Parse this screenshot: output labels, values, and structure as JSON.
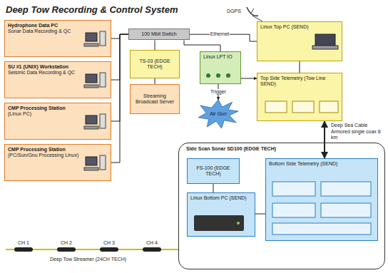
{
  "diagram": {
    "title": "Deep Tow Recording & Control System",
    "nodes": [
      {
        "text": [
          "Hydrophone Data PC",
          "Sonar Data Recording & QC"
        ]
      },
      {
        "text": [
          "SU #1 (UNIX) Workstation",
          "Seismic Data Recording & QC"
        ]
      },
      {
        "text": [
          "CMP Processing Station",
          "(Linux PC)"
        ]
      },
      {
        "text": [
          "CMP Processing Station",
          "(PC/Sun/Gnu Processing Linux)"
        ]
      },
      {
        "text": [
          "100 Mbit Switch"
        ]
      },
      {
        "text": [
          "TS-03 (EDGE TECH)"
        ]
      },
      {
        "text": [
          "Streaming Broadcast Server"
        ]
      },
      {
        "text": [
          "Linux Top PC (SEND)"
        ]
      },
      {
        "text": [
          "Linux LPT IO"
        ]
      },
      {
        "text": [
          "Top Side Telemetry (Tow Line SEND)"
        ]
      },
      {
        "text": [
          "Air Gun"
        ]
      },
      {
        "text": [
          "Side Scan Sonar SD100 (EDGE TECH)"
        ]
      },
      {
        "text": [
          "FS-100 (EDGE TECH)"
        ],
        "in": 11
      },
      {
        "text": [
          "Linux Bottom PC (SEND)"
        ],
        "in": 11
      },
      {
        "text": [
          "Bottom Side Telemetry (SEND)"
        ],
        "in": 11
      }
    ],
    "edges": [
      {
        "from": 0,
        "to": 4,
        "arrow": "none"
      },
      {
        "from": 1,
        "to": 4,
        "arrow": "none"
      },
      {
        "from": 2,
        "to": 4,
        "arrow": "none"
      },
      {
        "from": 3,
        "to": 4,
        "arrow": "none"
      },
      {
        "from": 4,
        "to": 7,
        "label": "Ethernet",
        "arrow": "none"
      },
      {
        "from": 4,
        "to": 5,
        "arrow": "none"
      },
      {
        "from": 5,
        "to": 6,
        "arrow": "none"
      },
      {
        "from": 4,
        "to": 8,
        "arrow": "none"
      },
      {
        "from": 7,
        "to": 9,
        "arrow": "none"
      },
      {
        "from": 8,
        "to": 9,
        "arrow": "to"
      },
      {
        "from": 8,
        "to": 10,
        "label": "Trigger",
        "arrow": "to"
      },
      {
        "from": 9,
        "to": 14,
        "arrow": "both"
      },
      {
        "from": 14,
        "to": 13,
        "arrow": "none"
      },
      {
        "from": 13,
        "to": 12,
        "arrow": "none"
      }
    ],
    "labels": [
      "DGPS",
      "Deep Sea Cable",
      "Armored single coax 8 km",
      "Deep Tow Streamer (24CH TECH)",
      "CH 1",
      "CH 2",
      "CH 3",
      "CH 4"
    ]
  }
}
